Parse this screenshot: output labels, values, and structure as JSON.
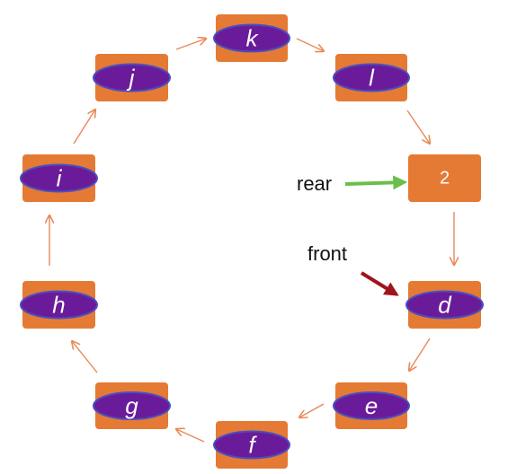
{
  "colors": {
    "box": "#e57a34",
    "ellipse": "#6a1b9a",
    "ellipse_outline": "#4a4fbf",
    "ring_arrow": "#e8895a",
    "rear_arrow": "#6abf4b",
    "front_arrow": "#a0141e"
  },
  "nodes": [
    {
      "id": "k",
      "label": "k",
      "has_ellipse": true
    },
    {
      "id": "l",
      "label": "l",
      "has_ellipse": true
    },
    {
      "id": "rear-slot",
      "label": "2",
      "has_ellipse": false
    },
    {
      "id": "d",
      "label": "d",
      "has_ellipse": true
    },
    {
      "id": "e",
      "label": "e",
      "has_ellipse": true
    },
    {
      "id": "f",
      "label": "f",
      "has_ellipse": true
    },
    {
      "id": "g",
      "label": "g",
      "has_ellipse": true
    },
    {
      "id": "h",
      "label": "h",
      "has_ellipse": true
    },
    {
      "id": "i",
      "label": "i",
      "has_ellipse": true
    },
    {
      "id": "j",
      "label": "j",
      "has_ellipse": true
    }
  ],
  "pointers": {
    "rear": {
      "label": "rear",
      "target": "rear-slot"
    },
    "front": {
      "label": "front",
      "target": "d"
    }
  },
  "ring_arrow_icon": "arrow-icon"
}
